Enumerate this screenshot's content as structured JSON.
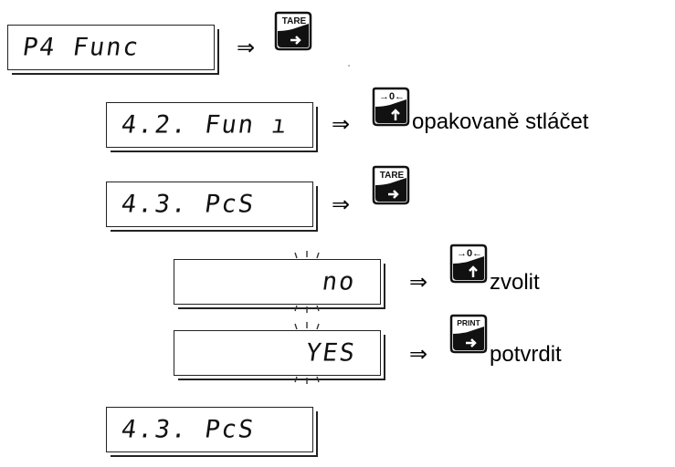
{
  "steps": [
    {
      "display": "P4 Func",
      "key": "TARE",
      "action": ""
    },
    {
      "display": "4.2. Fun ı",
      "key": "→0←",
      "action": "opakovaně stláčet"
    },
    {
      "display": "4.3. PcS",
      "key": "TARE",
      "action": ""
    },
    {
      "display": "no",
      "key": "→0←",
      "action": "zvolit"
    },
    {
      "display": "YES",
      "key": "PRINT",
      "action": "potvrdit"
    },
    {
      "display": "4.3. PcS"
    }
  ],
  "arrow": "⇒",
  "colors": {
    "key": "#111111",
    "display_border": "#222222"
  }
}
